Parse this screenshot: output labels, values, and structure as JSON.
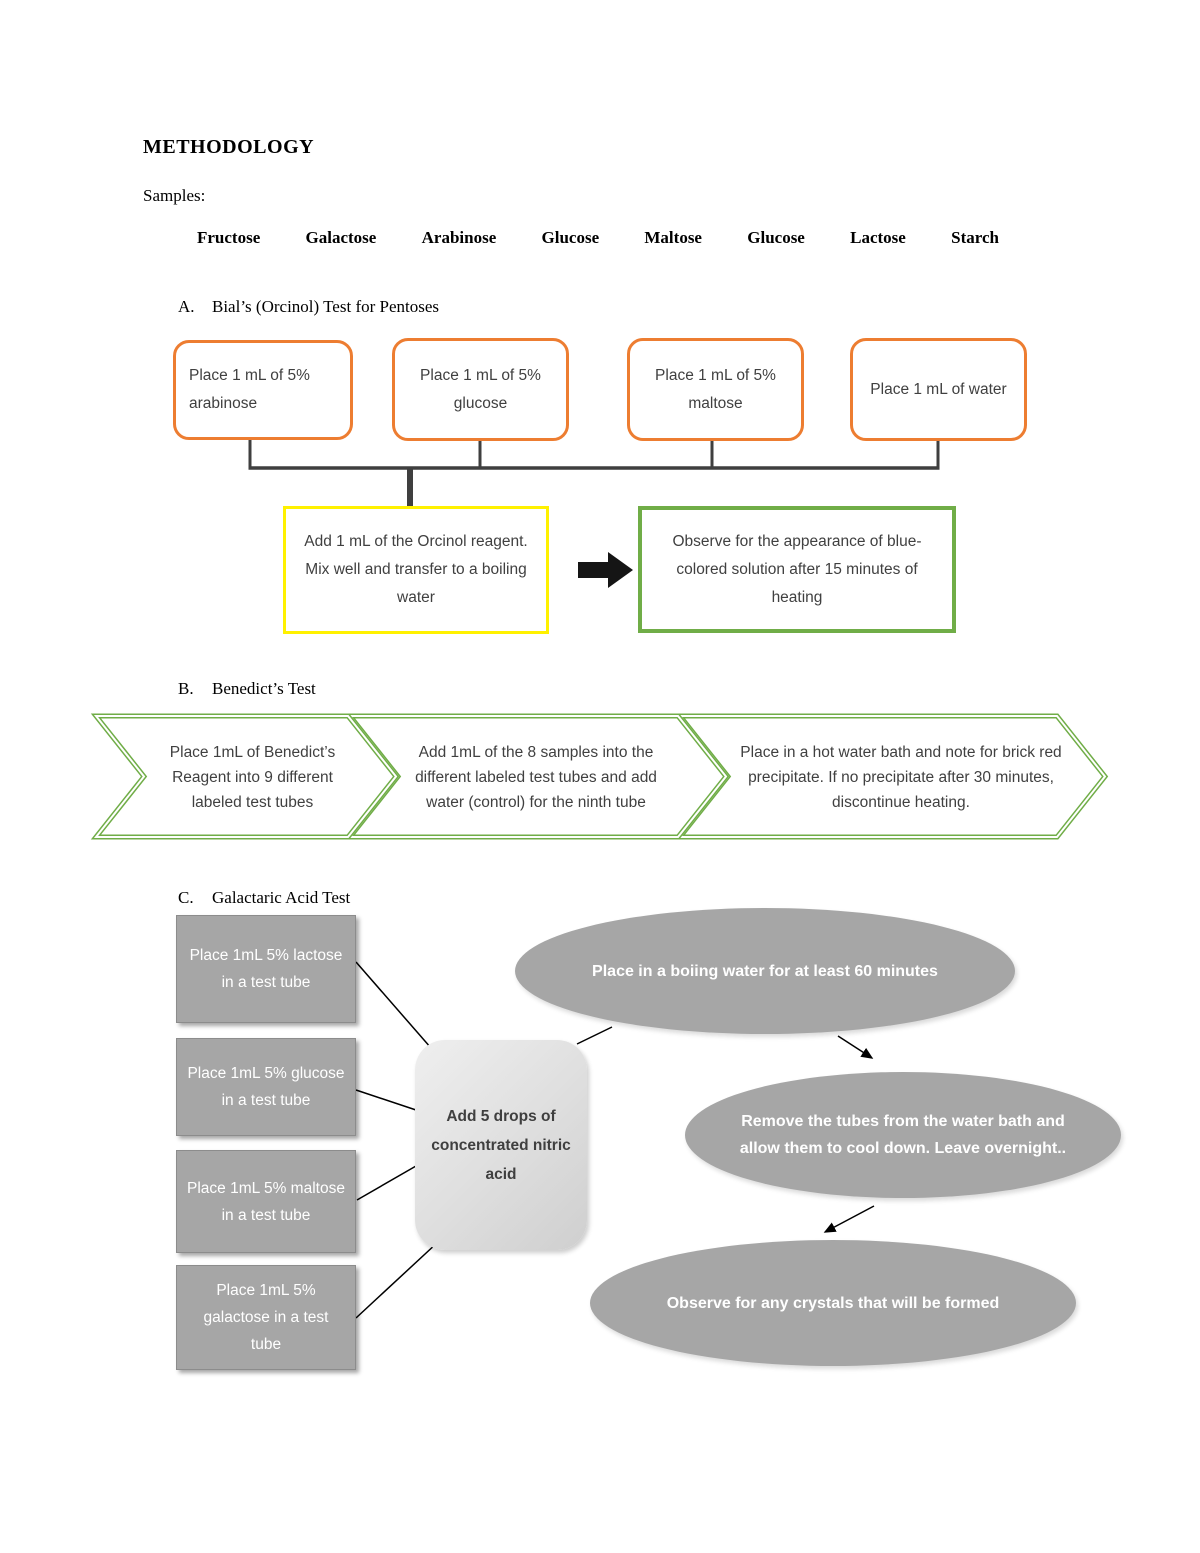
{
  "page": {
    "title": "METHODOLOGY",
    "samples_label": "Samples:",
    "samples": [
      "Fructose",
      "Galactose",
      "Arabinose",
      "Glucose",
      "Maltose",
      "Glucose",
      "Lactose",
      "Starch"
    ]
  },
  "section_a": {
    "label": "A.",
    "title": "Bial’s (Orcinol) Test for Pentoses",
    "boxes": [
      "Place 1 mL of 5% arabinose",
      "Place 1 mL of 5% glucose",
      "Place 1 mL of 5% maltose",
      "Place 1 mL of water"
    ],
    "process": "Add 1 mL of the Orcinol reagent. Mix well and transfer to a boiling water",
    "observe": "Observe for the appearance of blue-colored solution after 15 minutes of heating"
  },
  "section_b": {
    "label": "B.",
    "title": "Benedict’s Test",
    "steps": [
      "Place 1mL of Benedict’s Reagent into 9 different labeled test tubes",
      "Add 1mL of the 8 samples into the different labeled test tubes and add water (control) for the ninth tube",
      "Place in a hot water bath and note for brick red precipitate. If no precipitate after 30 minutes, discontinue heating."
    ]
  },
  "section_c": {
    "label": "C.",
    "title": "Galactaric Acid Test",
    "inputs": [
      "Place 1mL 5% lactose in a test tube",
      "Place 1mL 5% glucose in a test tube",
      "Place 1mL 5% maltose in a test tube",
      "Place 1mL 5% galactose in a test tube"
    ],
    "reagent": "Add 5 drops of concentrated nitric acid",
    "steps": [
      "Place in a boiing water for at least 60 minutes",
      "Remove the tubes from the water bath and allow them to cool down. Leave overnight..",
      "Observe for any crystals that will be formed"
    ]
  },
  "colors": {
    "orange_outline": "#ED7D31",
    "yellow_outline": "#FFF100",
    "green_outline": "#70AD47",
    "gray_fill": "#A6A6A6",
    "connector": "#3F3F3F"
  }
}
